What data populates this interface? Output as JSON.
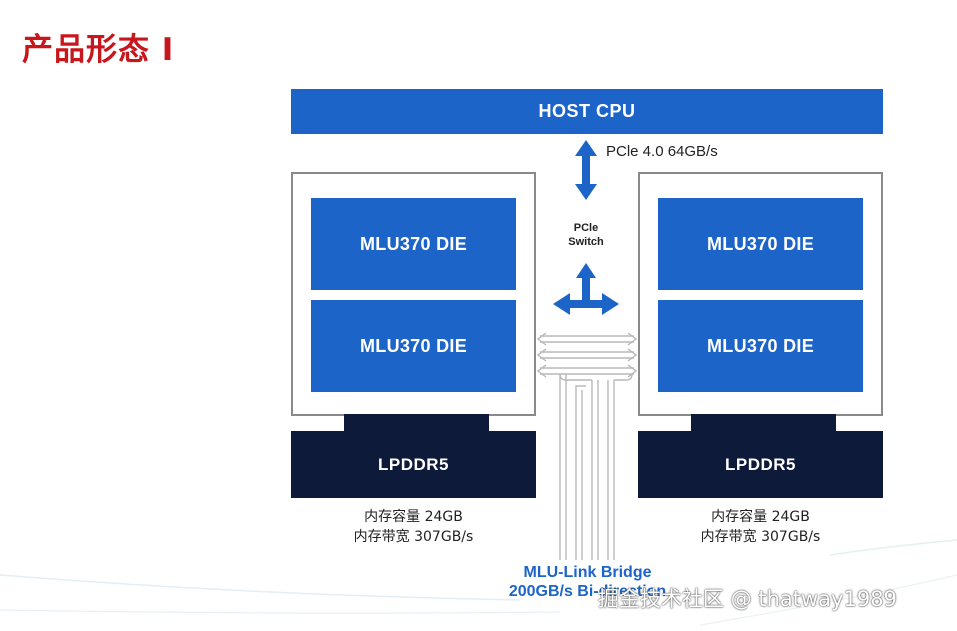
{
  "slide": {
    "title": "产品形态 I"
  },
  "diagram": {
    "host_cpu": "HOST CPU",
    "pcie_link": "PCle 4.0 64GB/s",
    "pcie_switch": [
      "PCle",
      "Switch"
    ],
    "cards": [
      {
        "dies": [
          "MLU370 DIE",
          "MLU370 DIE"
        ],
        "memory": "LPDDR5",
        "specs": [
          "内存容量 24GB",
          "内存带宽 307GB/s"
        ]
      },
      {
        "dies": [
          "MLU370 DIE",
          "MLU370 DIE"
        ],
        "memory": "LPDDR5",
        "specs": [
          "内存容量 24GB",
          "内存带宽 307GB/s"
        ]
      }
    ],
    "bridge": [
      "MLU-Link Bridge",
      "200GB/s Bi-direction"
    ]
  },
  "watermark": "掘金技术社区 @ thatway1989",
  "colors": {
    "title": "#c8161d",
    "accent_blue": "#1c64c8",
    "memory_navy": "#0e1a3a",
    "card_border": "#8a8a8a",
    "link_lines": "#b8b8b8"
  }
}
